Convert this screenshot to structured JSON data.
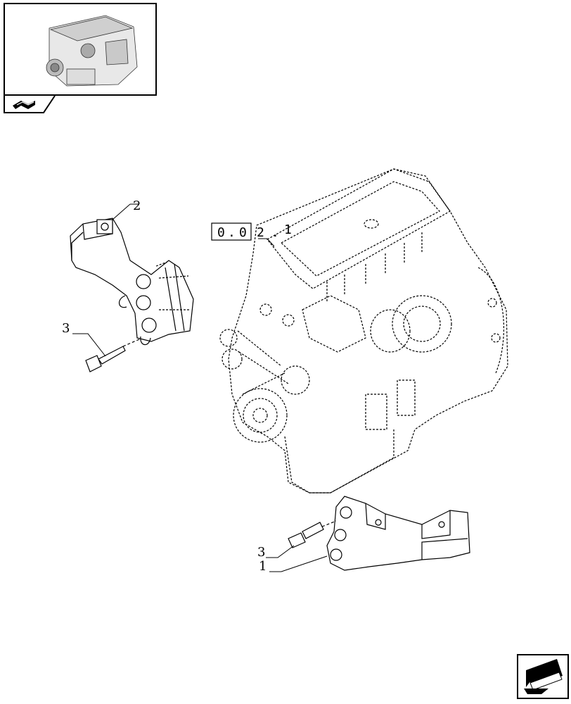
{
  "thumbnail": {
    "icon": "engine-thumbnail-image"
  },
  "nav": {
    "prev_icon": "back-arrow-icon",
    "next_icon": "next-page-arrow-icon"
  },
  "section_ref": {
    "chars": [
      "0",
      ".",
      "0",
      "2",
      ".",
      "1"
    ]
  },
  "callouts": {
    "engine_bracket_top": "2",
    "bolt_top": "3",
    "bolt_bottom": "3",
    "engine_bracket_bottom": "1"
  },
  "colors": {
    "ink": "#000000",
    "paper": "#ffffff"
  }
}
